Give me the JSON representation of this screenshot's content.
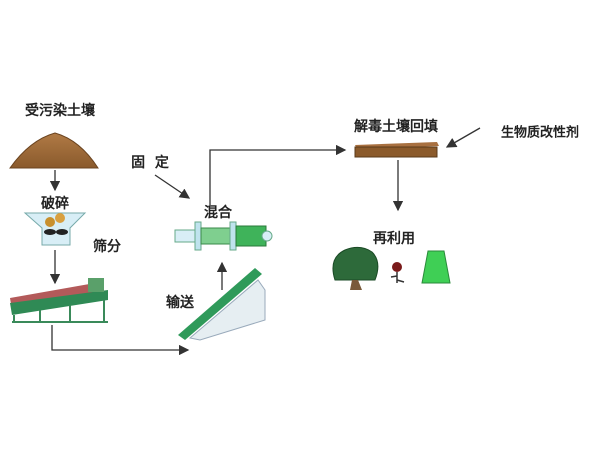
{
  "labels": {
    "contaminated_soil": "受污染土壤",
    "crushing": "破碎",
    "screening": "筛分",
    "fixing": "固  定",
    "mixing": "混合",
    "conveying": "输送",
    "detox_backfill": "解毒土壤回填",
    "biomass_modifier": "生物质改性剂",
    "reuse": "再利用"
  },
  "colors": {
    "soil": "#9a6a3a",
    "green": "#2e9a4a",
    "board": "#8b5a2b",
    "arrow": "#333333"
  }
}
